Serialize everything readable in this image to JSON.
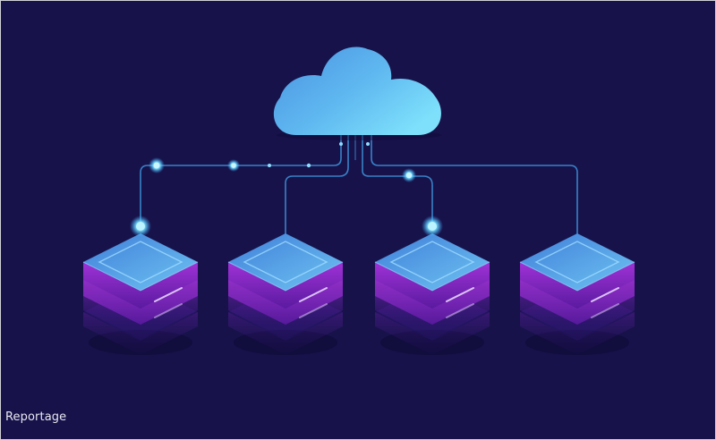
{
  "image": {
    "subject": "cloud-network",
    "icons": [
      "cloud-icon",
      "server-stack-icon"
    ],
    "server_stack_count": 4,
    "colors": {
      "background": "#17124a",
      "cloud": "#5fb8f0",
      "connector": "#4fb0ea",
      "node_glow": "#7fe4ff",
      "server_top": "#4f9ee6",
      "server_layer": "#8b2bc8"
    }
  },
  "caption": {
    "text": "Reportage"
  }
}
